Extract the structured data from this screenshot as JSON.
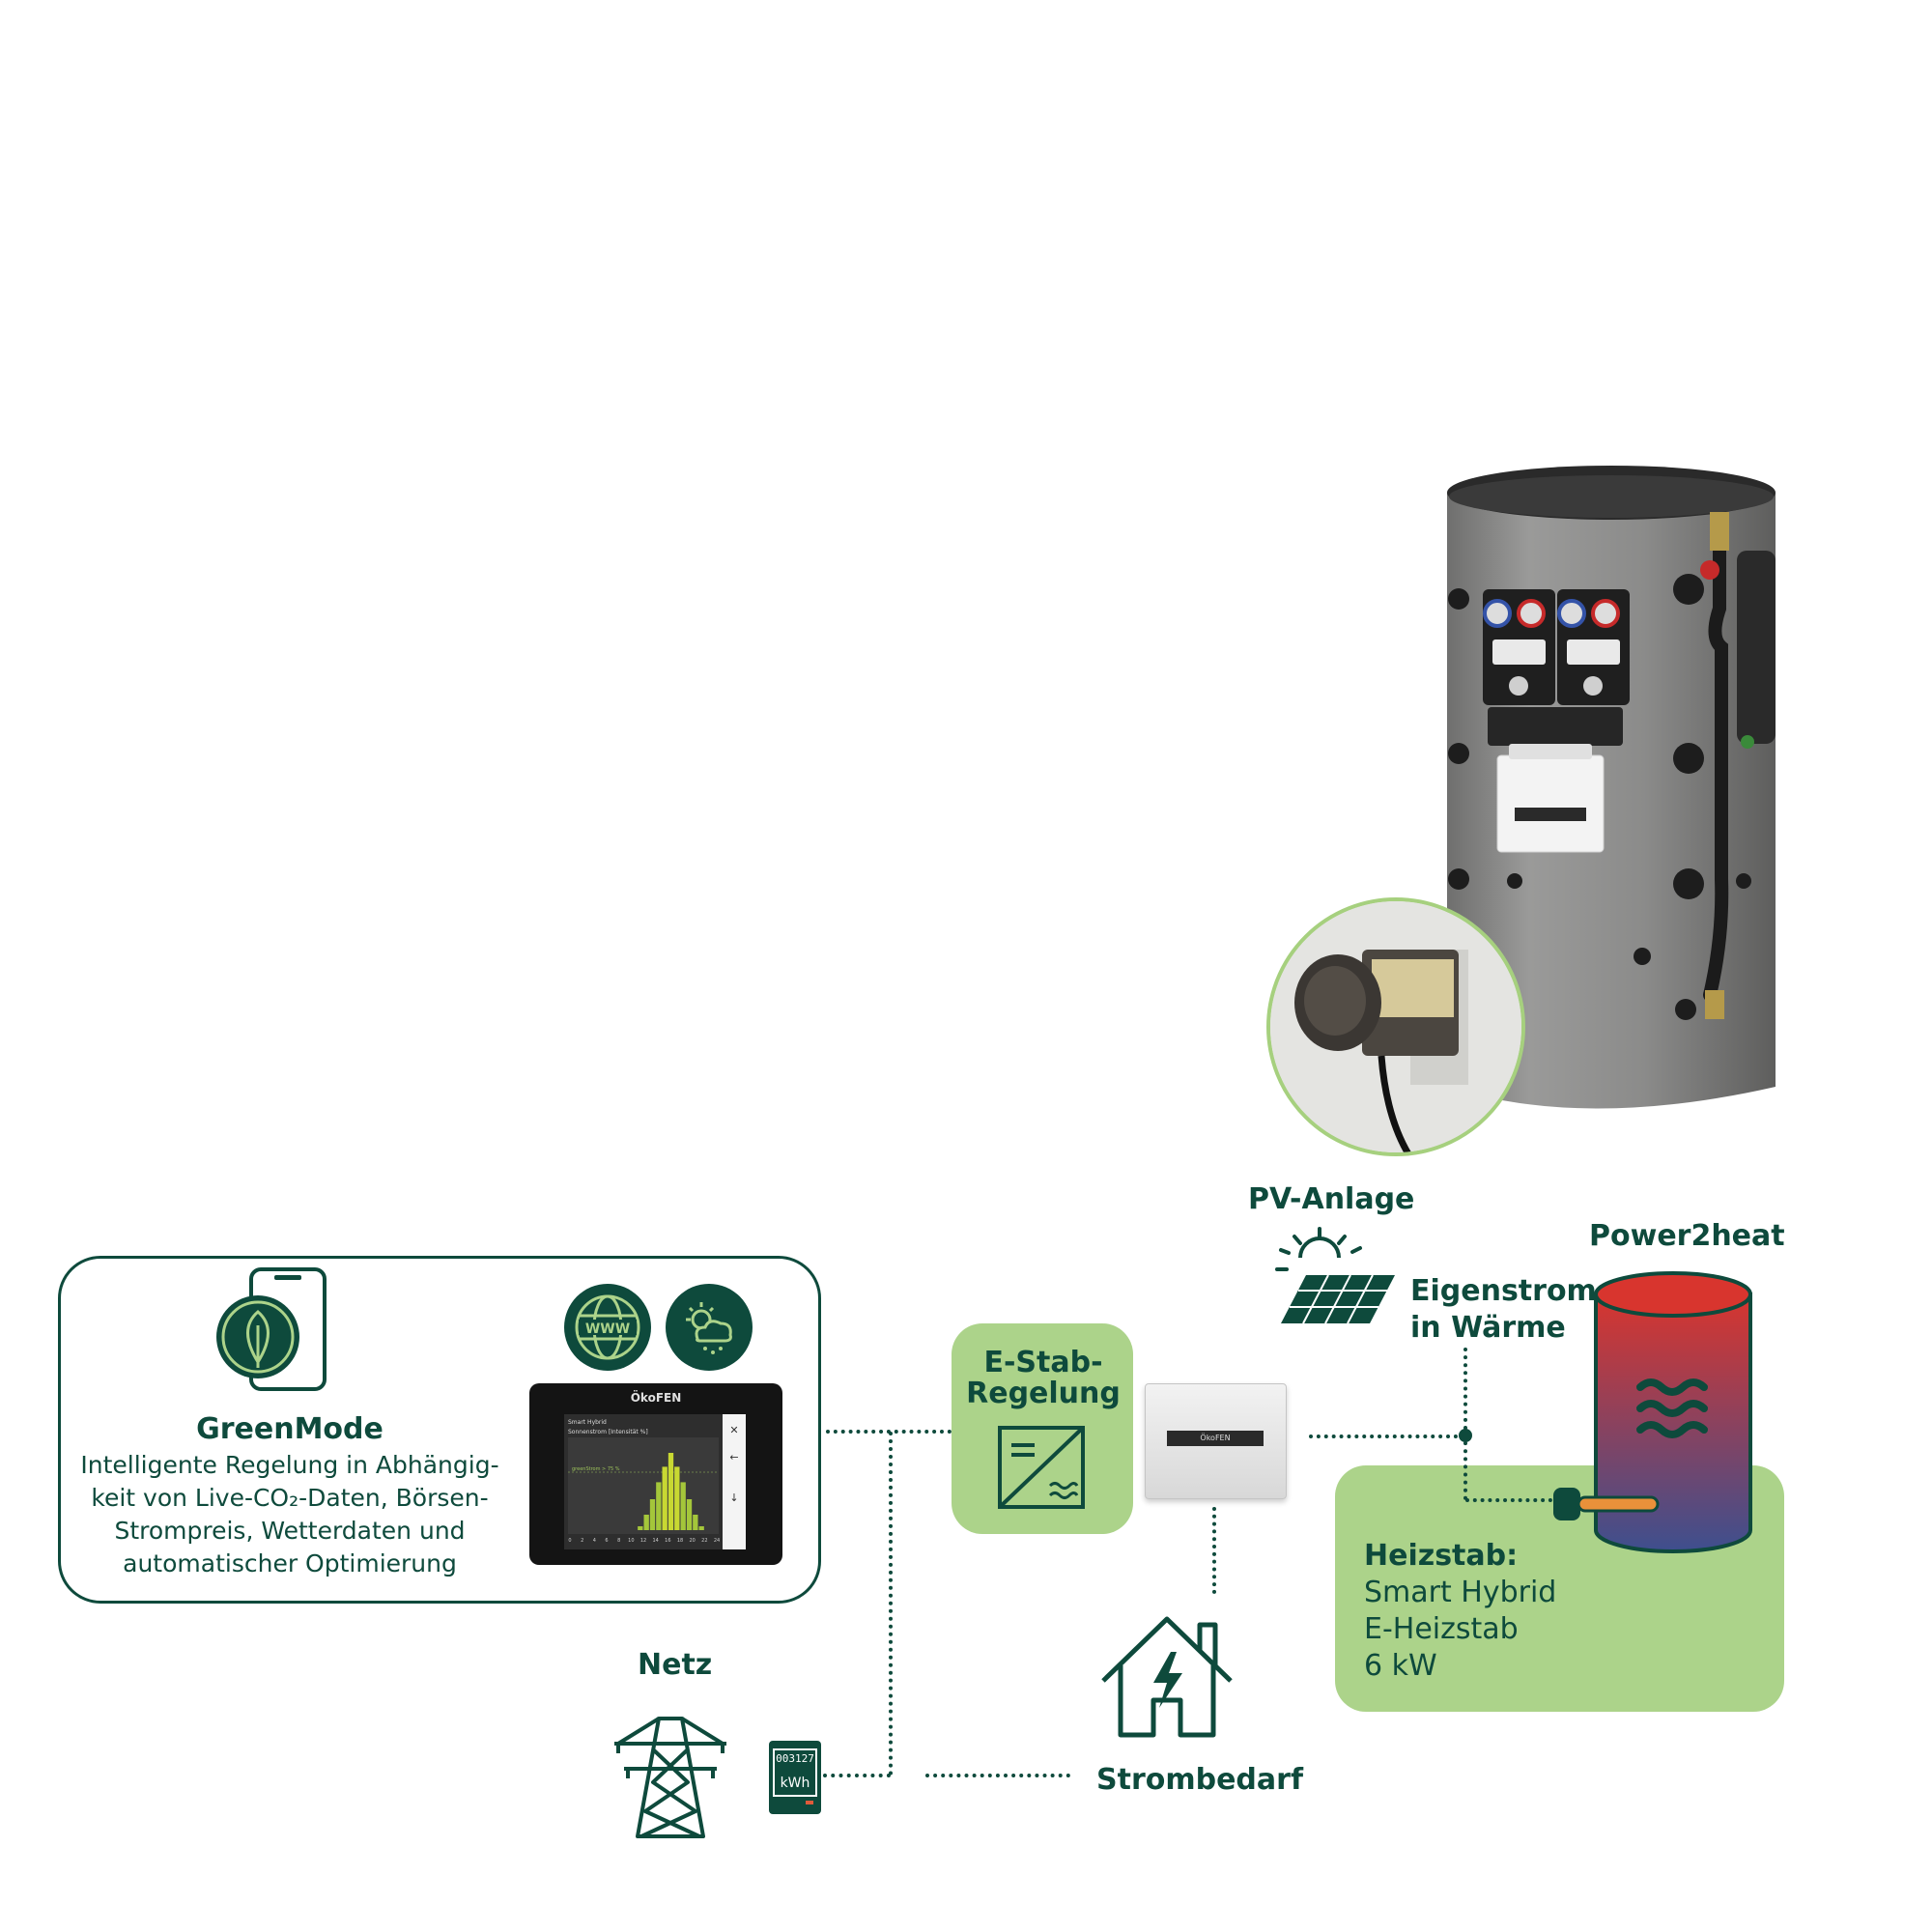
{
  "greenmode": {
    "title": "GreenMode",
    "description": "Intelligente Regelung in Abhängig-keit von Live-CO₂-Daten, Börsen-Strompreis, Wetterdaten und automatischer Optimierung",
    "desc_lines": [
      "Intelligente Regelung in Abhängig-",
      "keit von Live-CO₂-Daten, Börsen-",
      "Strompreis, Wetterdaten und",
      "automatischer Optimierung"
    ],
    "icon": "phone-leaf-icon",
    "web_icon_label": "WWW"
  },
  "display": {
    "brand": "ÖkoFEN",
    "header": "Smart Hybrid",
    "subheader": "Sonnenstrom [Intensität %]",
    "threshold_label": "greenStrom > 75 %",
    "hour_ticks": [
      "0",
      "2",
      "4",
      "6",
      "8",
      "10",
      "12",
      "14",
      "16",
      "18",
      "20",
      "22",
      "24"
    ],
    "bar_levels": [
      0,
      0,
      0,
      0,
      0,
      0,
      0,
      0,
      0,
      0,
      0,
      0.05,
      0.2,
      0.4,
      0.62,
      0.82,
      1.0,
      0.82,
      0.62,
      0.4,
      0.2,
      0.05,
      0,
      0
    ]
  },
  "labels": {
    "pv_anlage": "PV-Anlage",
    "power2heat": "Power2heat",
    "eigenstrom_line1": "Eigenstrom",
    "eigenstrom_line2": "in Wärme",
    "estab_title": "E-Stab-Regelung",
    "netz": "Netz",
    "strombedarf": "Strombedarf",
    "heizstab_title": "Heizstab:",
    "heizstab_line1": "Smart Hybrid",
    "heizstab_line2": "E-Heizstab",
    "heizstab_line3": "6 kW"
  },
  "meter": {
    "value": "003127",
    "unit": "kWh"
  },
  "controller_brand": "ÖkoFEN",
  "colors": {
    "dark_green": "#0e4a3c",
    "light_green": "#acd38a",
    "tank_top": "#d8352e",
    "tank_bottom": "#3e4f8e",
    "tank_gray": "#8a8a89"
  }
}
